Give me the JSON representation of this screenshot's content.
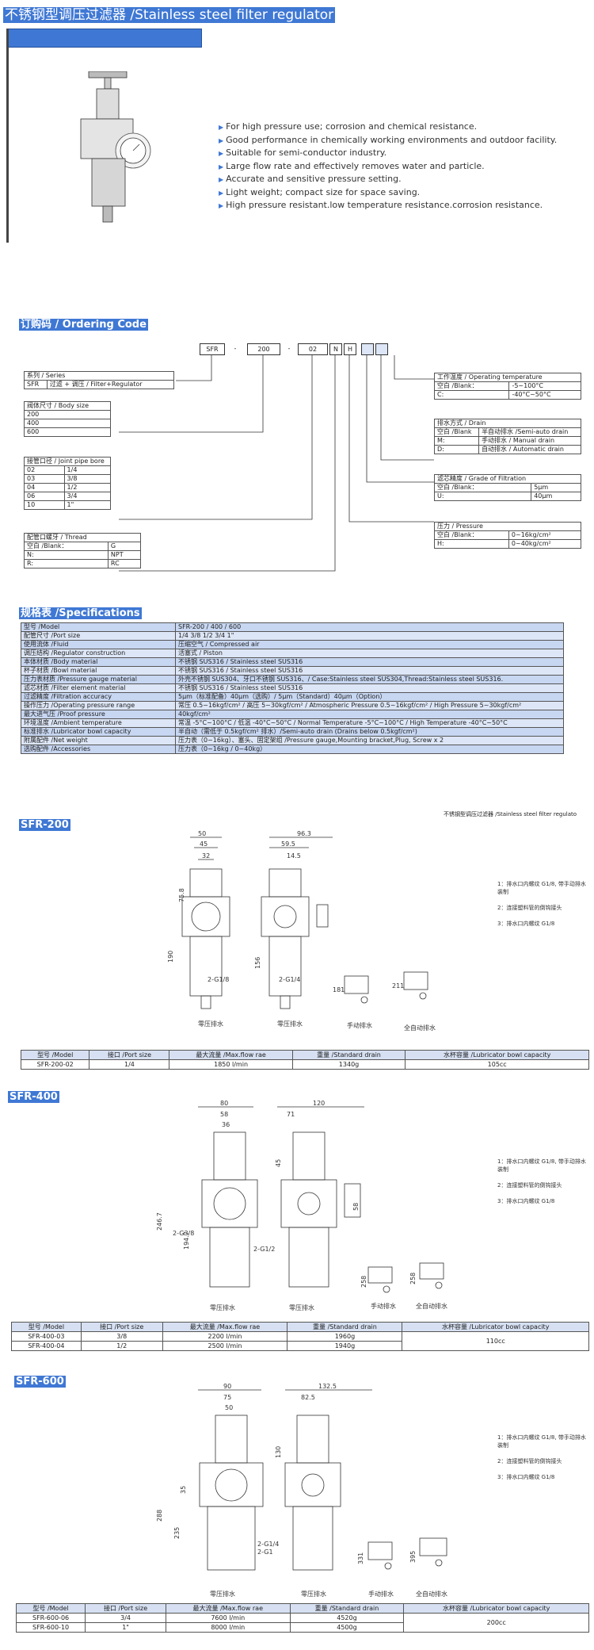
{
  "title": "不锈钢型调压过滤器 /Stainless steel  filter regulator",
  "features": [
    "For high pressure use; corrosion and chemical resistance.",
    "Good performance in chemically working environments and outdoor facility.",
    "Suitable for semi-conductor industry.",
    "Large flow rate and effectively removes water and particle.",
    "Accurate and sensitive pressure setting.",
    "Light weight; compact size for space saving.",
    "High pressure resistant.low temperature resistance.corrosion resistance."
  ],
  "ordering": {
    "title": "订购码 / Ordering Code",
    "code": [
      "SFR",
      "-",
      "200",
      "-",
      "02",
      "N",
      "H",
      "",
      ""
    ],
    "series": {
      "header": "系列 / Series",
      "rows": [
        [
          "SFR",
          "过滤 + 调压 / Filter+Regulator"
        ]
      ]
    },
    "body": {
      "header": "阀体尺寸 / Body size",
      "rows": [
        [
          "200"
        ],
        [
          "400"
        ],
        [
          "600"
        ]
      ]
    },
    "bore": {
      "header": "接管口径 / Joint pipe bore",
      "rows": [
        [
          "02",
          "1/4"
        ],
        [
          "03",
          "3/8"
        ],
        [
          "04",
          "1/2"
        ],
        [
          "06",
          "3/4"
        ],
        [
          "10",
          "1\""
        ]
      ]
    },
    "thread": {
      "header": "配管口螺牙 / Thread",
      "rows": [
        [
          "空白 /Blank：",
          "G"
        ],
        [
          "N:",
          "NPT"
        ],
        [
          "R:",
          "RC"
        ]
      ]
    },
    "temp": {
      "header": "工作温度 / Operating temperature",
      "rows": [
        [
          "空白 /Blank：",
          "-5~100°C"
        ],
        [
          "C:",
          "-40°C~50°C"
        ]
      ]
    },
    "drain": {
      "header": "排水方式 / Drain",
      "rows": [
        [
          "空白 /Blank",
          "半自动排水 /Semi-auto drain"
        ],
        [
          "M:",
          "手动排水 / Manual drain"
        ],
        [
          "D:",
          "自动排水 / Automatic drain"
        ]
      ]
    },
    "filtration": {
      "header": "滤芯精度 / Grade of Filtration",
      "rows": [
        [
          "空白 /Blank：",
          "5μm"
        ],
        [
          "U:",
          "40μm"
        ]
      ]
    },
    "pressure": {
      "header": "压力 / Pressure",
      "rows": [
        [
          "空白 /Blank：",
          "0~16kg/cm²"
        ],
        [
          "H:",
          "0~40kg/cm²"
        ]
      ]
    }
  },
  "specs": {
    "title": "规格表 /Specifications",
    "rows": [
      [
        "型号 /Model",
        "SFR-200 / 400 / 600"
      ],
      [
        "配管尺寸 /Port size",
        "1/4  3/8  1/2  3/4  1\""
      ],
      [
        "使用流体 /Fluid",
        "压缩空气 / Compressed air"
      ],
      [
        "调压结构 /Regulator construction",
        "活塞式 / Piston"
      ],
      [
        "本体材质 /Body material",
        "不锈钢 SUS316 / Stainless steel SUS316"
      ],
      [
        "杯子材质 /Bowl material",
        "不锈钢 SUS316 / Stainless steel SUS316"
      ],
      [
        "压力表材质 /Pressure gauge material",
        "外壳不锈钢 SUS304、牙口不锈钢 SUS316、/ Case:Stainless steel SUS304,Thread:Stainless steel SUS316."
      ],
      [
        "滤芯材质 /Filter element material",
        "不锈钢 SUS316 / Stainless steel SUS316"
      ],
      [
        "过滤精度 /Filtration accuracy",
        "5μm（标准配备）40μm（选购）/ 5μm（Standard）40μm（Option）"
      ],
      [
        "操作压力 /Operating pressure range",
        "常压 0.5~16kgf/cm² / 高压 5~30kgf/cm² / Atmospheric Pressure 0.5~16kgf/cm² / High Pressure 5~30kgf/cm²"
      ],
      [
        "最大进气压 /Proof pressure",
        "40kgf/cm²"
      ],
      [
        "环境温度 /Ambient temperature",
        "常温 -5°C~100°C / 低温 -40°C~50°C / Normal Temperature -5°C~100°C / High Temperature -40°C~50°C"
      ],
      [
        "标准排水 /Lubricator bowl capacity",
        "半自动（需低于 0.5kgf/cm² 排水）/Semi-auto drain (Drains below 0.5kgf/cm²)"
      ],
      [
        "附属配件 /Net weight",
        "压力表（0~16kg）、塞头、固定架组 /Pressure gauge,Mounting bracket,Plug, Screw x 2"
      ],
      [
        "选购配件 /Accessories",
        "压力表（0~16kg / 0~40kg）"
      ]
    ],
    "caption": "不锈钢型调压过滤器 /Stainless steel filter regulato"
  },
  "notes": [
    "1：排水口内螺纹 G1/8, 带手动排水装制",
    "2：连接塑料管的倒钩接头",
    "3：排水口内螺纹 G1/8"
  ],
  "labels": {
    "zero": "零压排水",
    "manual": "手动排水",
    "auto": "全自动排水"
  },
  "models": [
    {
      "name": "SFR-200",
      "dims": {
        "a": "50",
        "b": "45",
        "c": "32",
        "d": "96.3",
        "e": "59.5",
        "f": "14.5",
        "h1": "75.8",
        "h2": "190",
        "h3": "156",
        "port1": "2-G1/8",
        "port2": "2-G1/4",
        "m1": "181",
        "m2": "211"
      },
      "header": [
        "型号 /Model",
        "接口 /Port size",
        "最大流量 /Max.flow rae",
        "重量 /Standard drain",
        "水杯容量 /Lubricator bowl capacity"
      ],
      "rows": [
        [
          "SFR-200-02",
          "1/4",
          "1850 l/min",
          "1340g",
          "105cc"
        ]
      ]
    },
    {
      "name": "SFR-400",
      "dims": {
        "a": "80",
        "b": "58",
        "c": "36",
        "d": "120",
        "e": "71",
        "f": "58",
        "h1": "246.7",
        "h2": "194.7",
        "h3": "45",
        "port1": "2-G3/8",
        "port2": "2-G1/2",
        "m1": "258",
        "m2": "258"
      },
      "header": [
        "型号 /Model",
        "接口 /Port size",
        "最大流量 /Max.flow rae",
        "重量 /Standard drain",
        "水杯容量 /Lubricator bowl capacity"
      ],
      "rows": [
        [
          "SFR-400-03",
          "3/8",
          "2200 l/min",
          "1960g",
          "110cc"
        ],
        [
          "SFR-400-04",
          "1/2",
          "2500 l/min",
          "1940g",
          ""
        ]
      ]
    },
    {
      "name": "SFR-600",
      "dims": {
        "a": "90",
        "b": "75",
        "c": "50",
        "d": "132.5",
        "e": "82.5",
        "f": "35",
        "h1": "288",
        "h2": "235",
        "h3": "130",
        "port1": "2-G1/4",
        "port2": "2-G1",
        "m1": "331",
        "m2": "395"
      },
      "header": [
        "型号 /Model",
        "接口 /Port size",
        "最大流量 /Max.flow rae",
        "重量 /Standard drain",
        "水杯容量 /Lubricator bowl capacity"
      ],
      "rows": [
        [
          "SFR-600-06",
          "3/4",
          "7600 l/min",
          "4520g",
          "200cc"
        ],
        [
          "SFR-600-10",
          "1\"",
          "8000 l/min",
          "4500g",
          ""
        ]
      ]
    }
  ]
}
